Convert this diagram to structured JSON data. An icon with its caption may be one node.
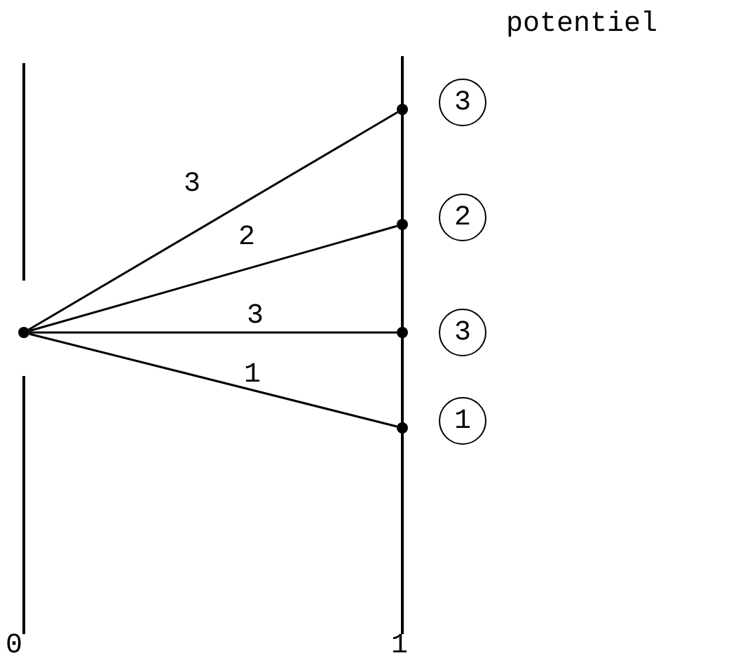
{
  "diagram": {
    "nodes": [
      {
        "text": [],
        "shape": "circle"
      },
      {
        "text": [],
        "shape": "circle"
      },
      {
        "text": [],
        "shape": "circle"
      },
      {
        "text": [],
        "shape": "circle"
      },
      {
        "text": [],
        "shape": "circle"
      },
      {
        "text": [
          "3"
        ]
      },
      {
        "text": [
          "2"
        ]
      },
      {
        "text": [
          "3"
        ]
      },
      {
        "text": [
          "1"
        ]
      }
    ],
    "edges": [
      {
        "from": 0,
        "to": 1,
        "arrow": "none",
        "label": "3"
      },
      {
        "from": 0,
        "to": 2,
        "arrow": "none",
        "label": "2"
      },
      {
        "from": 0,
        "to": 3,
        "arrow": "none",
        "label": "3"
      },
      {
        "from": 0,
        "to": 4,
        "arrow": "none",
        "label": "1"
      }
    ],
    "labels": [
      "potentiel",
      "0",
      "1"
    ]
  }
}
